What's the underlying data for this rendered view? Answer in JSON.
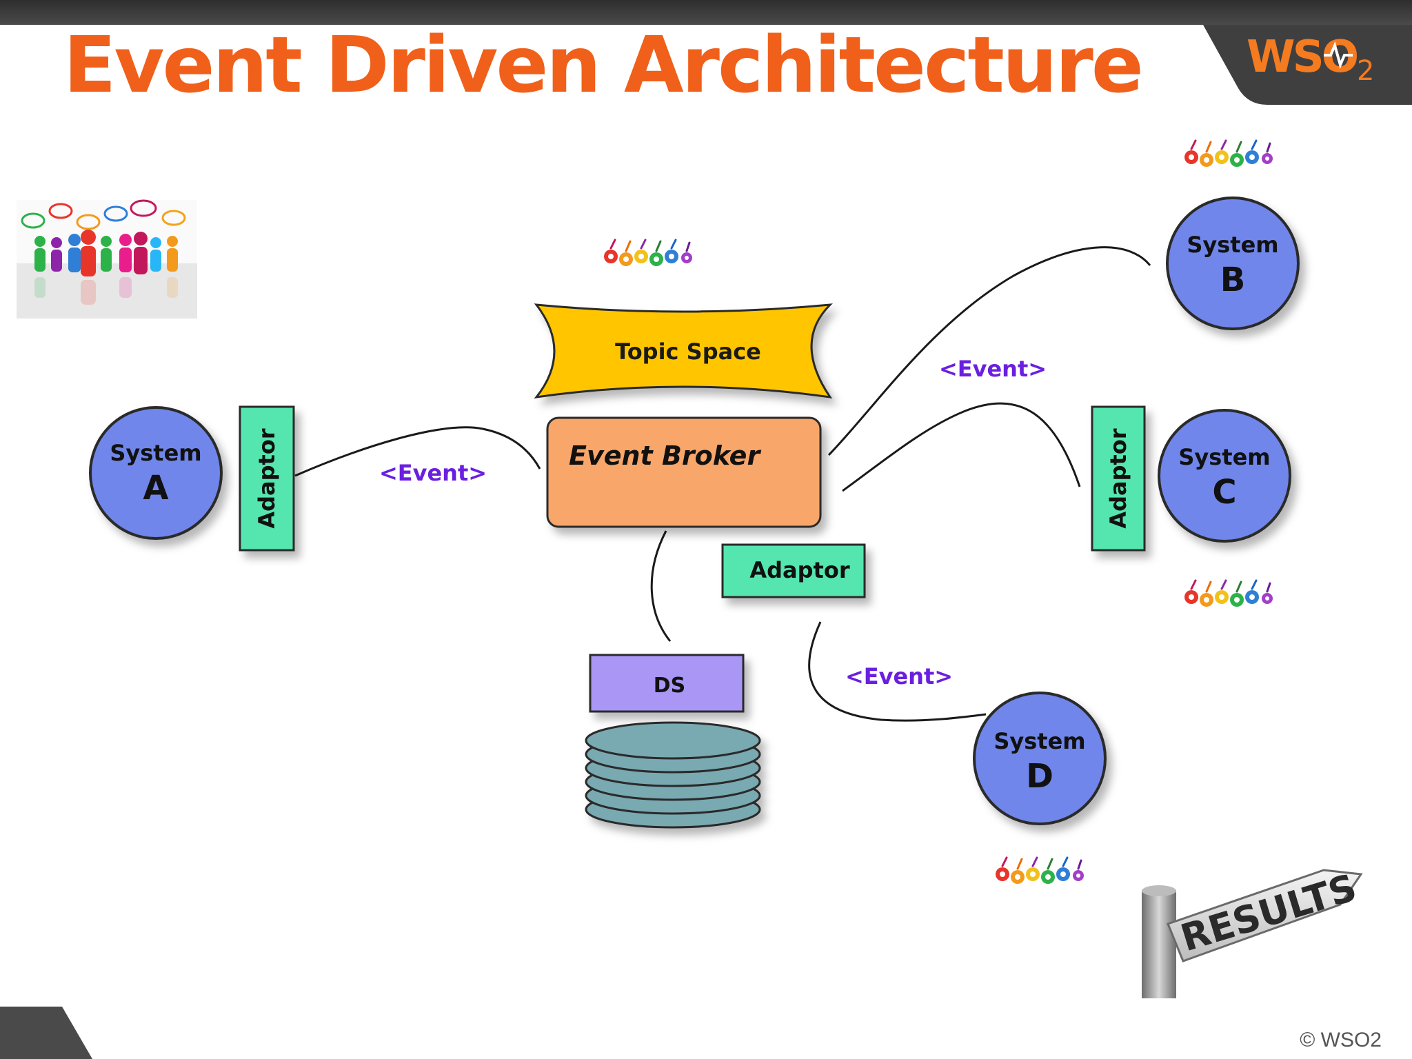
{
  "slide": {
    "title": "Event Driven Architecture",
    "logo_text": "WSO",
    "logo_sub": "2",
    "copyright": "© WSO2"
  },
  "diagram": {
    "topic_space": "Topic Space",
    "event_broker": "Event Broker",
    "ds": "DS",
    "adaptor": "Adaptor",
    "event": "<Event>",
    "system_word": "System",
    "systems": {
      "a": "A",
      "b": "B",
      "c": "C",
      "d": "D"
    },
    "results_sign": "RESULTS"
  },
  "colors": {
    "title": "#f0601a",
    "system_fill": "#6f86ea",
    "adaptor_fill": "#55e6b0",
    "broker_fill": "#f9a66a",
    "topic_fill": "#ffc600",
    "ds_fill": "#a996f5",
    "disk_fill": "#79a9b1",
    "event_text": "#6a1fe0"
  },
  "icons": [
    "people-talking-icon",
    "gears-icon",
    "results-signpost-icon",
    "wso2-logo"
  ]
}
